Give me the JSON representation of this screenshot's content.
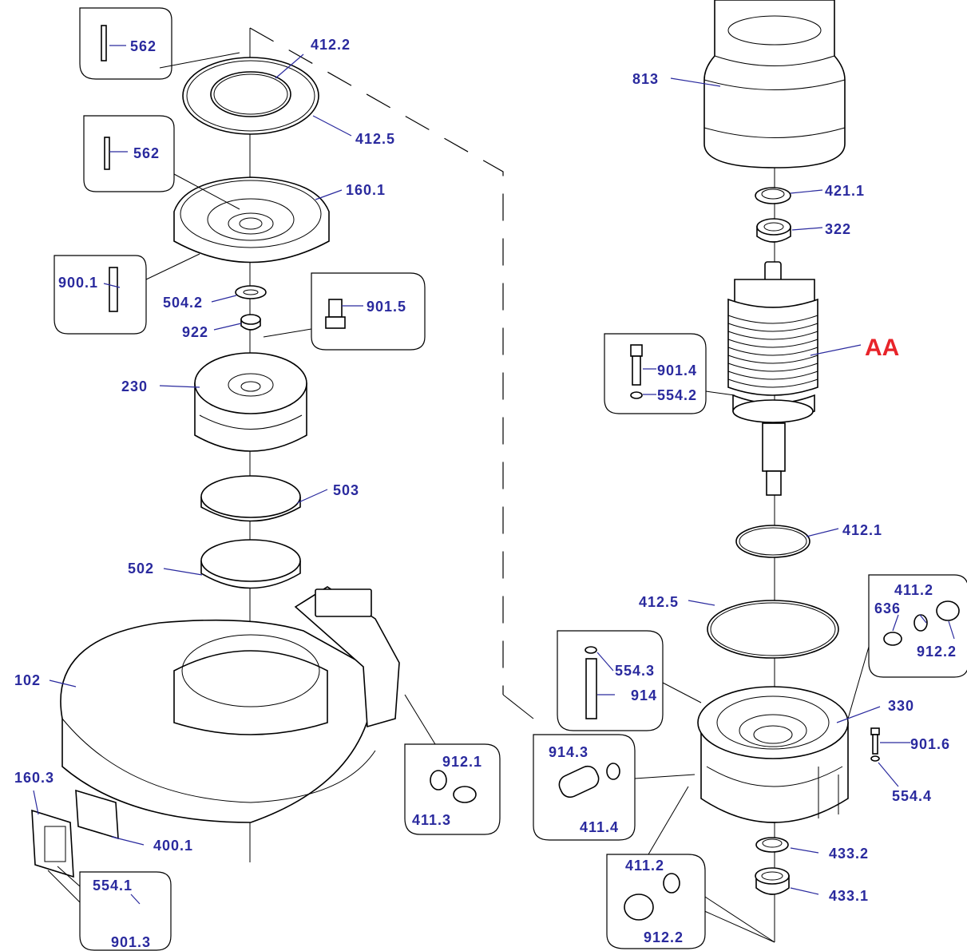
{
  "labels": {
    "p562a": "562",
    "p412_2": "412.2",
    "p412_5a": "412.5",
    "p562b": "562",
    "p160_1": "160.1",
    "p900_1": "900.1",
    "p504_2": "504.2",
    "p922": "922",
    "p901_5": "901.5",
    "p230": "230",
    "p503": "503",
    "p502": "502",
    "p102": "102",
    "p160_3": "160.3",
    "p400_1": "400.1",
    "p554_1": "554.1",
    "p901_3": "901.3",
    "p912_1": "912.1",
    "p411_3": "411.3",
    "p813": "813",
    "p421_1": "421.1",
    "p322": "322",
    "pAA": "AA",
    "p901_4": "901.4",
    "p554_2": "554.2",
    "p412_1": "412.1",
    "p412_5b": "412.5",
    "p411_2a": "411.2",
    "p636": "636",
    "p912_2a": "912.2",
    "p554_3": "554.3",
    "p914": "914",
    "p330": "330",
    "p901_6": "901.6",
    "p554_4": "554.4",
    "p914_3": "914.3",
    "p411_4": "411.4",
    "p433_2": "433.2",
    "p433_1": "433.1",
    "p411_2b": "411.2",
    "p912_2b": "912.2"
  },
  "colors": {
    "label": "#2a2a9e",
    "highlight": "#e8242a",
    "line": "#000000"
  }
}
